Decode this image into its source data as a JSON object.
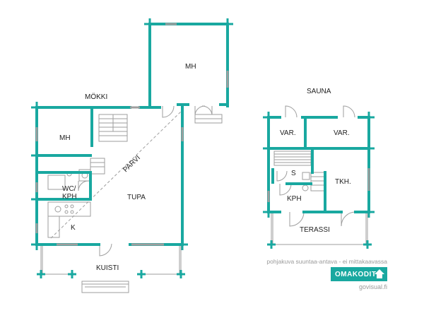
{
  "rooms": {
    "mh_top": "MH",
    "mokki": "MÖKKI",
    "mh_left": "MH",
    "parvi": "PARVI",
    "wc_line1": "WC/",
    "wc_line2": "KPH",
    "tupa": "TUPA",
    "k": "K",
    "kuisti": "KUISTI",
    "sauna": "SAUNA",
    "var1": "VAR.",
    "var2": "VAR.",
    "s": "S",
    "tkh": "TKH.",
    "kph": "KPH",
    "terassi": "TERASSI"
  },
  "footer": {
    "note": "pohjakuva suuntaa-antava - ei mittakaavassa",
    "brand": "OMAKODIT",
    "site": "govisual.fi"
  },
  "colors": {
    "wall": "#19a8a0",
    "thin": "#9e9e9e"
  }
}
